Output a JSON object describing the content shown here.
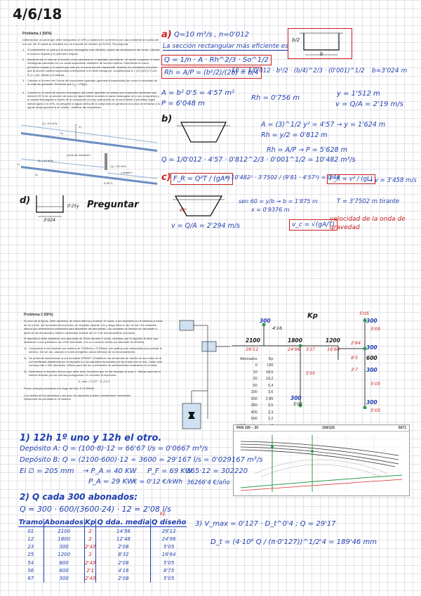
{
  "date": "4/6/18",
  "p1": {
    "title": "Problema 1 (50%)",
    "intro": "Dimensionar un canal que debe transportar 10 m³/s y construir en un terreno con una pendiente de solera del uno por mil. El canal se revestirá con un enlucido de mortero (n=0,012). Se pregunta:",
    "q1": "Si inicialmente se opta por la sección rectangular más eficiente, acotar las dimensiones del canal. Calcular la sección mojada y el perímetro mojado.",
    "q2": "Manteniendo el área de la sección recta calculada en el apartado precedente, se quiere comparar el canal rectangular calculado con un canal trapezoidal, asimismo de sección óptima. Determinar el nuevo perímetro mojado y el caudal que sale por la nueva sección trapezoide. Analizar los resultados (recordar que la sección óptima trapezoidal corresponde a un semi-hexágono, cumpliéndose A = (3)^(1/2) y^2 con R_h = y/2, donde y el calado).",
    "q3": "Calcular el número de Froude del procedente apartado (geometría trapezoidal) así como la velocidad de la onda de gravedad. Recordar que",
    "q4": "Cuando en el canal de sección rectangular del primer apartado se instala una compuerta deslizante que eleva el 25 % de su sección de paso (la figura inferior muestra el canal rectangular sin y con compuerta) y el caudal descargado a través de la compuerta (no hay contracción de la vena fluida ni pérdidas) sigue siendo igual a 10 m³/s, se pregunta si aguas arriba de la compuerta se generará una cima de remanso y si aguas abajo aparecerá un resalto. Justificar las respuestas.",
    "fig1_q": "Q₀ =10 m³/s",
    "fig1_y": "Y₀",
    "fig1_s": "S₀",
    "fig2_q": "Q₀ =10 m³/s",
    "fig2_y": "Y₀",
    "fig2_s": "S₀",
    "fig2_cima": "¿cima de remanso?",
    "fig2_resalto": "¿resalto?",
    "fig2_q2": "Q₀ =10 m³/s",
    "fig2_gap": "0,25 Y₀"
  },
  "hw1": {
    "a_label": "a)",
    "a_given": "Q=10 m³/s , n=0'012",
    "a_title": "La sección rectangular más eficiente es",
    "a_box_h": "b/2",
    "a_box_w": "b",
    "a_manning": "Q = 1/n · A · Rh^2/3 · So^1/2",
    "a_rh": "Rh = A/P = (b²/2)/(2b) = b/4",
    "a_subst": "10 = 1/0'012 · b²/2 · (b/4)^2/3 · (0'001)^1/2",
    "a_b": "b=3'024 m",
    "a_A": "A = b² 0'5 = 4'57 m²",
    "a_Rh": "Rh = 0'756 m",
    "a_P": "P = 6'048 m",
    "a_y": "y = 1'512 m",
    "a_v": "v = Q/A = 2'19 m/s",
    "b_label": "b)",
    "b_A": "A = (3)^1/2 y² = 4'57 → y = 1'624 m",
    "b_Rh": "Rh = y/2 = 0'812 m",
    "b_Rh2": "Rh = A/P → P = 5'628 m",
    "b_Q": "Q = 1/0'012 · 4'57 · 0'812^2/3 · 0'001^1/2 = 10'482 m³/s",
    "c_label": "c)",
    "c_F": "F_R = Q²T / (gA³)",
    "c_Fv": "= 10'482² · 3'7502 / (9'81 · 4'57³) = 0'44",
    "c_F2": "F_R = v² / (gL)",
    "c_v": "→ v = 3'458 m/s",
    "c_geo1": "sen 60 = y/b → b = 1'875 m",
    "c_geo2": "x = 0'9376 m",
    "c_T": "T = 3'7502 m tirante",
    "c_ang": "60°",
    "c_vc": "v_c = √(gA/T)",
    "c_note": "velocidad de la onda de gravedad",
    "c_v2": "v = Q/A = 2'294 m/s",
    "d_label": "d)",
    "d_h": "0'25y",
    "d_w": "3'024",
    "d_preg": "Preguntar"
  },
  "p2": {
    "title": "Problema 2 (50%)",
    "intro": "El pozo de la figura, debe alimentar, de forma alterna y durante 12 horas, a los depósitos A y B situados a cotas de 50 y 40m. Así la bomba llena primero un depósito durante 12h y luego llena el otro en las 12h restantes, siendo sus dimensiones suficientes para abastecer las demandas. Los caudales de llenado se calcularán a partir de las demandas y siendo constantes durante las 12 h de funcionamiento previstas.",
    "intro2": "El depósito A debe abastecer una demanda de 100l/s durante 8 horas, mientras que el depósito B tiene que abastecer a una población con 2100 abonados, con un consumo medio por abonado de 600l/día.",
    "q1": "Comprobar si las bombas con rodetes de ∅205mm o ∅195mm (ver gráfica) son adecuadas para prestar el servicio. De ser así, calcular el coste energético anual derivado de su funcionamiento.",
    "q2": "Se pretende dimensionar la red mediante EPANET. Establecer las demandas de diseño de los nudos de la red ramificada abastecida por el depósito A y los caudales circulantes por las líneas (ver la red). Cada nudo corresponde a 300 abonados. Utilizar para ello los coeficientes de simultaneidad mostrados en la tabla.",
    "q3": "Determinar el diámetro teórico que debe tener la tubería que va del depósito al nudo 1. Utilizar para ello el criterio ofrecido por las normas portuguesas. En concreto la expresión:",
    "formula": "V_max = 0,127 · D_t^0,4",
    "price": "Precio energía (constante a lo largo del día): 0,12 €/kWh",
    "note1": "Los niveles de los depósitos y del pozo de captación pueden considerarse constantes",
    "note2": "Despreciar las pérdidas en el sistema",
    "table_head": [
      "Abonados",
      "Kp"
    ],
    "table_rows": [
      [
        "0",
        "100"
      ],
      [
        "10",
        "18,5"
      ],
      [
        "20",
        "10,2"
      ],
      [
        "50",
        "5,4"
      ],
      [
        "100",
        "3,6"
      ],
      [
        "200",
        "2,85"
      ],
      [
        "250",
        "2,5"
      ],
      [
        "400",
        "2,3"
      ],
      [
        "500",
        "2,2"
      ],
      [
        "1000 o más",
        "2"
      ]
    ],
    "pump_title": "PAN 100 – 20",
    "pump_model": "100/125",
    "pump_code": "6071"
  },
  "net": {
    "n300a": "300",
    "n416": "4'16",
    "n2100": "2100",
    "n2912": "29'12",
    "n1800": "1800",
    "n2496": "24'96",
    "n1200": "1200",
    "n1664": "16'64",
    "n327": "3'27",
    "n505a": "5'05",
    "n300b": "300",
    "n505b": "5'05",
    "kp": "Kp",
    "r505": "5'05",
    "r300a": "300",
    "r505b": "5'05",
    "r284": "2'84",
    "r300b": "300",
    "r600": "600",
    "r85": "8'5",
    "r37": "3'7",
    "r300c": "300",
    "r505c": "5'05",
    "r300d": "300",
    "r505d": "5'05"
  },
  "hw2": {
    "l1": "1) 12h 1º uno y 12h el otro.",
    "l2": "Depósito A: Q = (100·8)·12 = 66'67 l/s = 0'0667 m³/s",
    "l3": "Depósito B: Q = (2100·600)·12 ÷ 3600 = 29'167 l/s = 0'029167 m³/s",
    "l4a": "El ∅ = 205 mm",
    "l4b": "→ P_A = 40 KW",
    "l4c": "P_F = 69 KW",
    "l4d": "·365·12 = 302220",
    "l5a": "P_A = 29 KW",
    "l5b": "€ = 0'12 €/kWh",
    "l5c": "36266'4 €/año",
    "l6": "2) Q cada 300 abonados:",
    "l7": "Q = 300 · 600/(3600·24) · 12 = 2'08 l/s",
    "note_kp": "Kp",
    "headers": [
      "Tramo",
      "Abonados",
      "Kp",
      "Q dda. media",
      "Q diseño"
    ],
    "rows": [
      [
        "01",
        "2100",
        "2",
        "14'56",
        "29'12"
      ],
      [
        "12",
        "1800",
        "2",
        "12'48",
        "24'96"
      ],
      [
        "23",
        "300",
        "2'43",
        "2'08",
        "5'05"
      ],
      [
        "25",
        "1200",
        "2",
        "8'32",
        "16'64"
      ],
      [
        "54",
        "800",
        "2'43",
        "2'08",
        "5'05"
      ],
      [
        "56",
        "600",
        "2'1",
        "4'16",
        "8'75"
      ],
      [
        "67",
        "300",
        "2'43",
        "2'08",
        "5'05"
      ]
    ],
    "l8": "3) V_max = 0'127 · D_t^0'4 ; Q = 29'17",
    "l9": "D_t = (4·10⁶ Q / (π·0'127))^1/2'4 = 189'46 mm"
  }
}
